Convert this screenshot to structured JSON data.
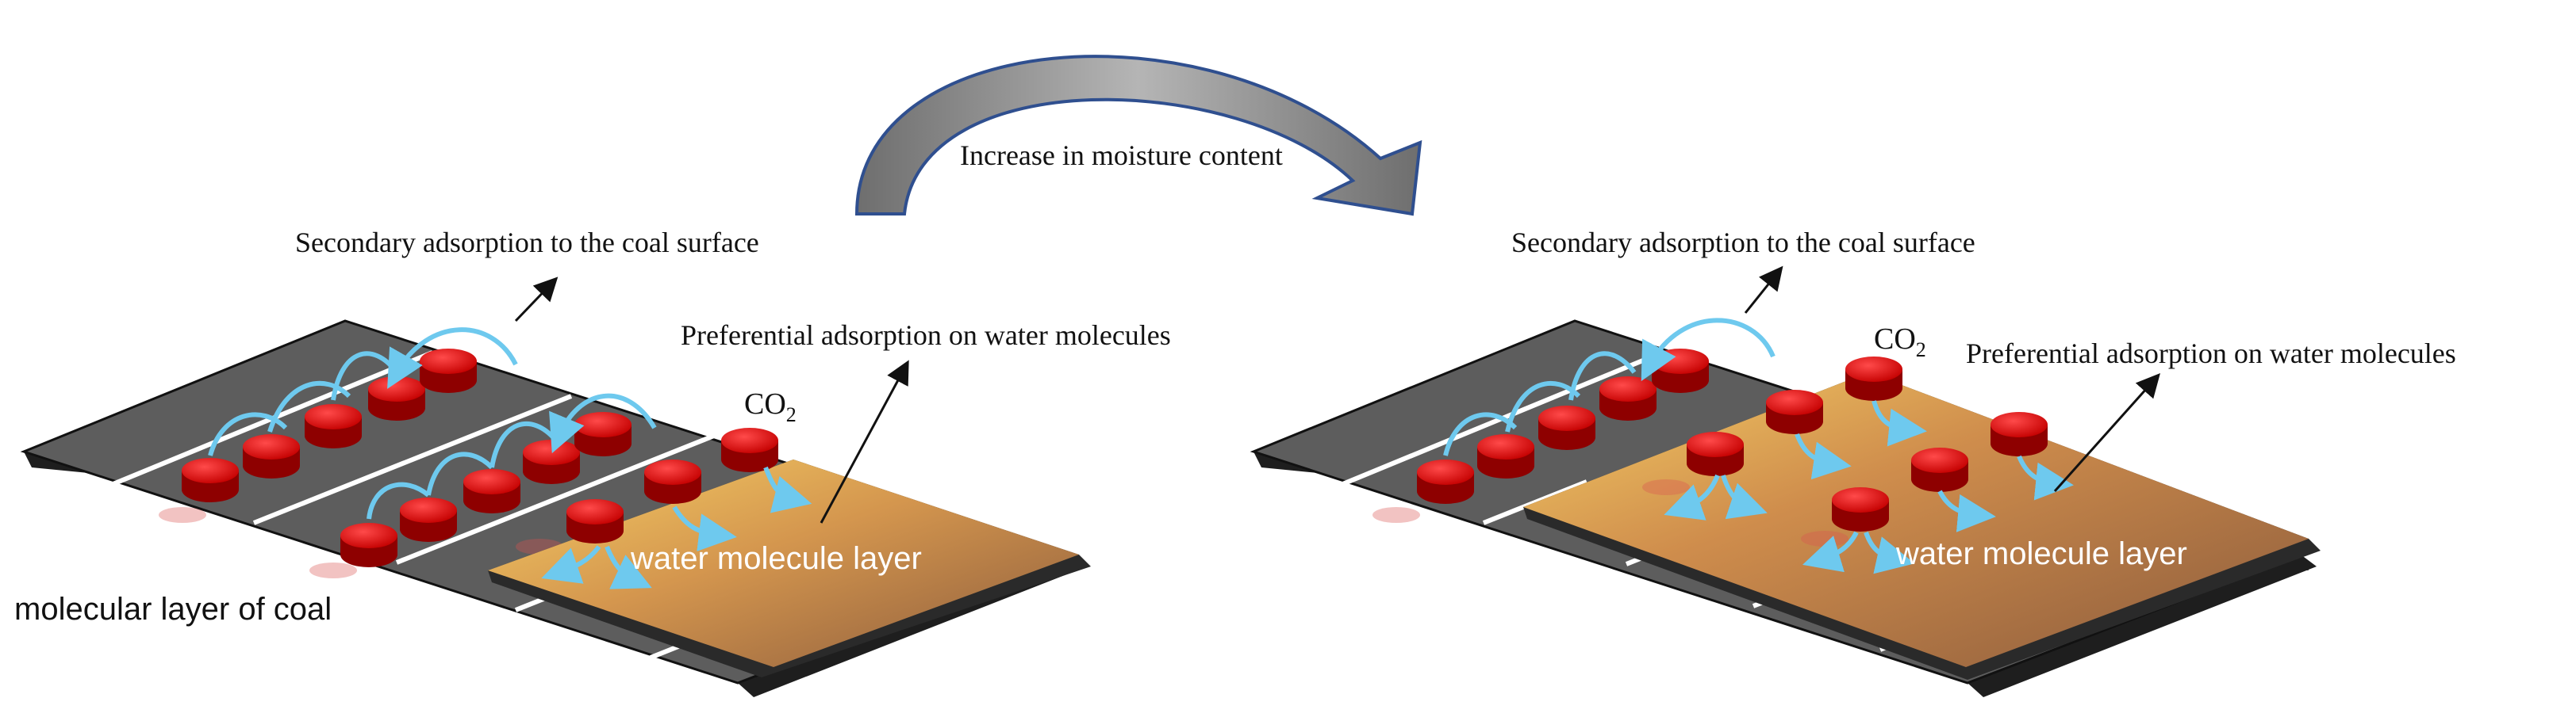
{
  "transition_label": "Increase in moisture content",
  "left_panel": {
    "secondary_label": "Secondary adsorption to the coal surface",
    "preferential_label": "Preferential adsorption on water molecules",
    "co2_label": "CO",
    "co2_subscript": "2",
    "water_layer_label": "water molecule layer",
    "coal_layer_label": "molecular layer of coal"
  },
  "right_panel": {
    "secondary_label": "Secondary adsorption to the coal surface",
    "preferential_label": "Preferential adsorption on water molecules",
    "co2_label": "CO",
    "co2_subscript": "2",
    "water_layer_label": "water molecule layer"
  },
  "colors": {
    "coal_surface": "#5a5a5a",
    "coal_edge": "#222222",
    "lane_line": "#ffffff",
    "water_light": "#f2c35a",
    "water_dark": "#8a5a3c",
    "molecule": "#d20a0a",
    "molecule_dark": "#8e0000",
    "arrow_blue": "#6ec9ee",
    "curved_arrow": "#7f7f7f",
    "curved_arrow_outline": "#2f4f8f"
  }
}
